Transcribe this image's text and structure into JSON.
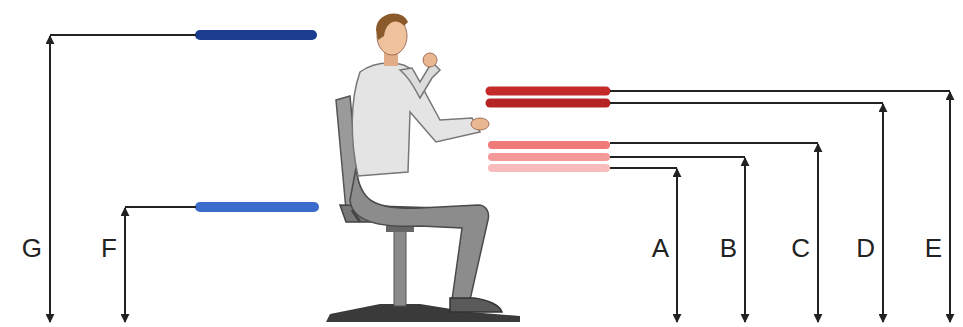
{
  "diagram": {
    "labels": [
      "G",
      "F",
      "A",
      "B",
      "C",
      "D",
      "E"
    ]
  }
}
